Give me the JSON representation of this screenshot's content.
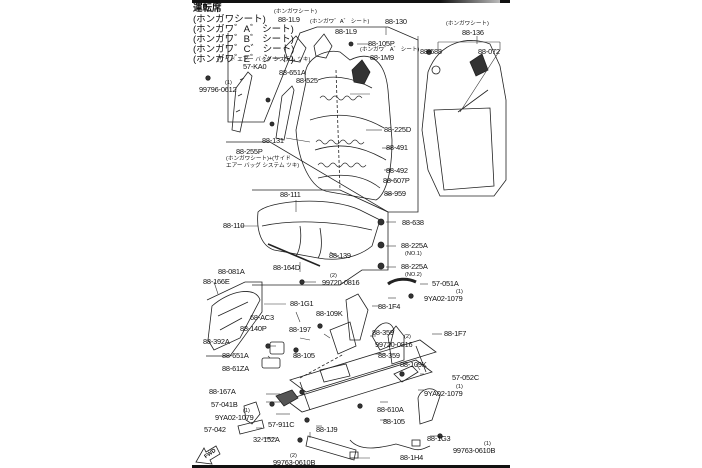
{
  "header": {
    "title": "運転席",
    "variants": [
      "(ホンガワシート)",
      "(ホンガワ゛A゛ シート)",
      "(ホンガワ゛B゛ シート)",
      "(ホンガワ゛C゛ シート)",
      "(ホンガワ゛E゛ シート)"
    ],
    "airbag_note": "(サイド エアー バッグ システム ツキ)"
  },
  "notes": {
    "honkawa_seat": "(ホンガワシート)",
    "honkawa_a_seat": "(ホンガワ゛A゛ シート)",
    "honkawa_a_seat_2": "(ホンガワ゛A゛ シート)",
    "honkawa_seat_2": "(ホンガワシート)",
    "combo_note_1": "(ホンガワシート)+(サイド",
    "combo_note_2": "エアー バッグ システム ツキ)"
  },
  "parts": {
    "p_88_1L9_a": "88-1L9",
    "p_88_1L9_b": "88-1L9",
    "p_88_130": "88-130",
    "p_88_105P": "88-105P",
    "p_88_1M9": "88-1M9",
    "p_88_136": "88-136",
    "p_88_688": "88-688",
    "p_88_072": "88-072",
    "p_57_KA0": "57-KA0",
    "p_99796_0612": "99796-0612",
    "p_99796_qty": "(1)",
    "p_88_651A_top": "88-651A",
    "p_88_525": "88-525",
    "p_88_225D": "88-225D",
    "p_88_131": "88-131",
    "p_88_491": "88-491",
    "p_88_255P": "88-255P",
    "p_88_492": "88-492",
    "p_88_607P": "88-607P",
    "p_88_959": "88-959",
    "p_88_111": "88-111",
    "p_88_110": "88-110",
    "p_88_638": "88-638",
    "p_88_139": "88-139",
    "p_88_225A_1": "88-225A",
    "p_88_225A_1_no": "(NO.1)",
    "p_88_225A_2": "88-225A",
    "p_88_225A_2_no": "(NO.2)",
    "p_88_164D": "88-164D",
    "p_99720_0816_top": "99720-0816",
    "p_99720_qty_top": "(2)",
    "p_88_081A": "88-081A",
    "p_88_166E": "88-166E",
    "p_57_051A": "57-051A",
    "p_9YA02_1079_a": "9YA02-1079",
    "p_9YA02_qty_a": "(1)",
    "p_88_1G1": "88-1G1",
    "p_88_1F4": "88-1F4",
    "p_68_AC3": "68-AC3",
    "p_88_109K_a": "88-109K",
    "p_88_140P": "88-140P",
    "p_88_197": "88-197",
    "p_88_359_a": "88-359",
    "p_88_1F7": "88-1F7",
    "p_88_392A": "88-392A",
    "p_99720_0816_mid": "99720-0816",
    "p_99720_qty_mid": "(2)",
    "p_88_651A_low": "88-651A",
    "p_88_105_a": "88-105",
    "p_88_359_b": "88-359",
    "p_88_61ZA": "88-61ZA",
    "p_88_109K_b": "88-109K",
    "p_57_052C": "57-052C",
    "p_88_167A": "88-167A",
    "p_9YA02_1079_b": "9YA02-1079",
    "p_9YA02_qty_b": "(1)",
    "p_57_041B": "57-041B",
    "p_88_610A": "88-610A",
    "p_9YA02_1079_c": "9YA02-1079",
    "p_9YA02_qty_c": "(1)",
    "p_57_911C": "57-911C",
    "p_88_105_b": "88-105",
    "p_57_042": "57-042",
    "p_88_1J9": "88-1J9",
    "p_88_1G3": "88-1G3",
    "p_32_152A": "32-152A",
    "p_99763_0610B_a": "99763-0610B",
    "p_99763_qty_a": "(2)",
    "p_99763_0610B_b": "99763-0610B",
    "p_99763_qty_b": "(1)",
    "p_88_1H4": "88-1H4"
  },
  "fwd_arrow": "FWD"
}
